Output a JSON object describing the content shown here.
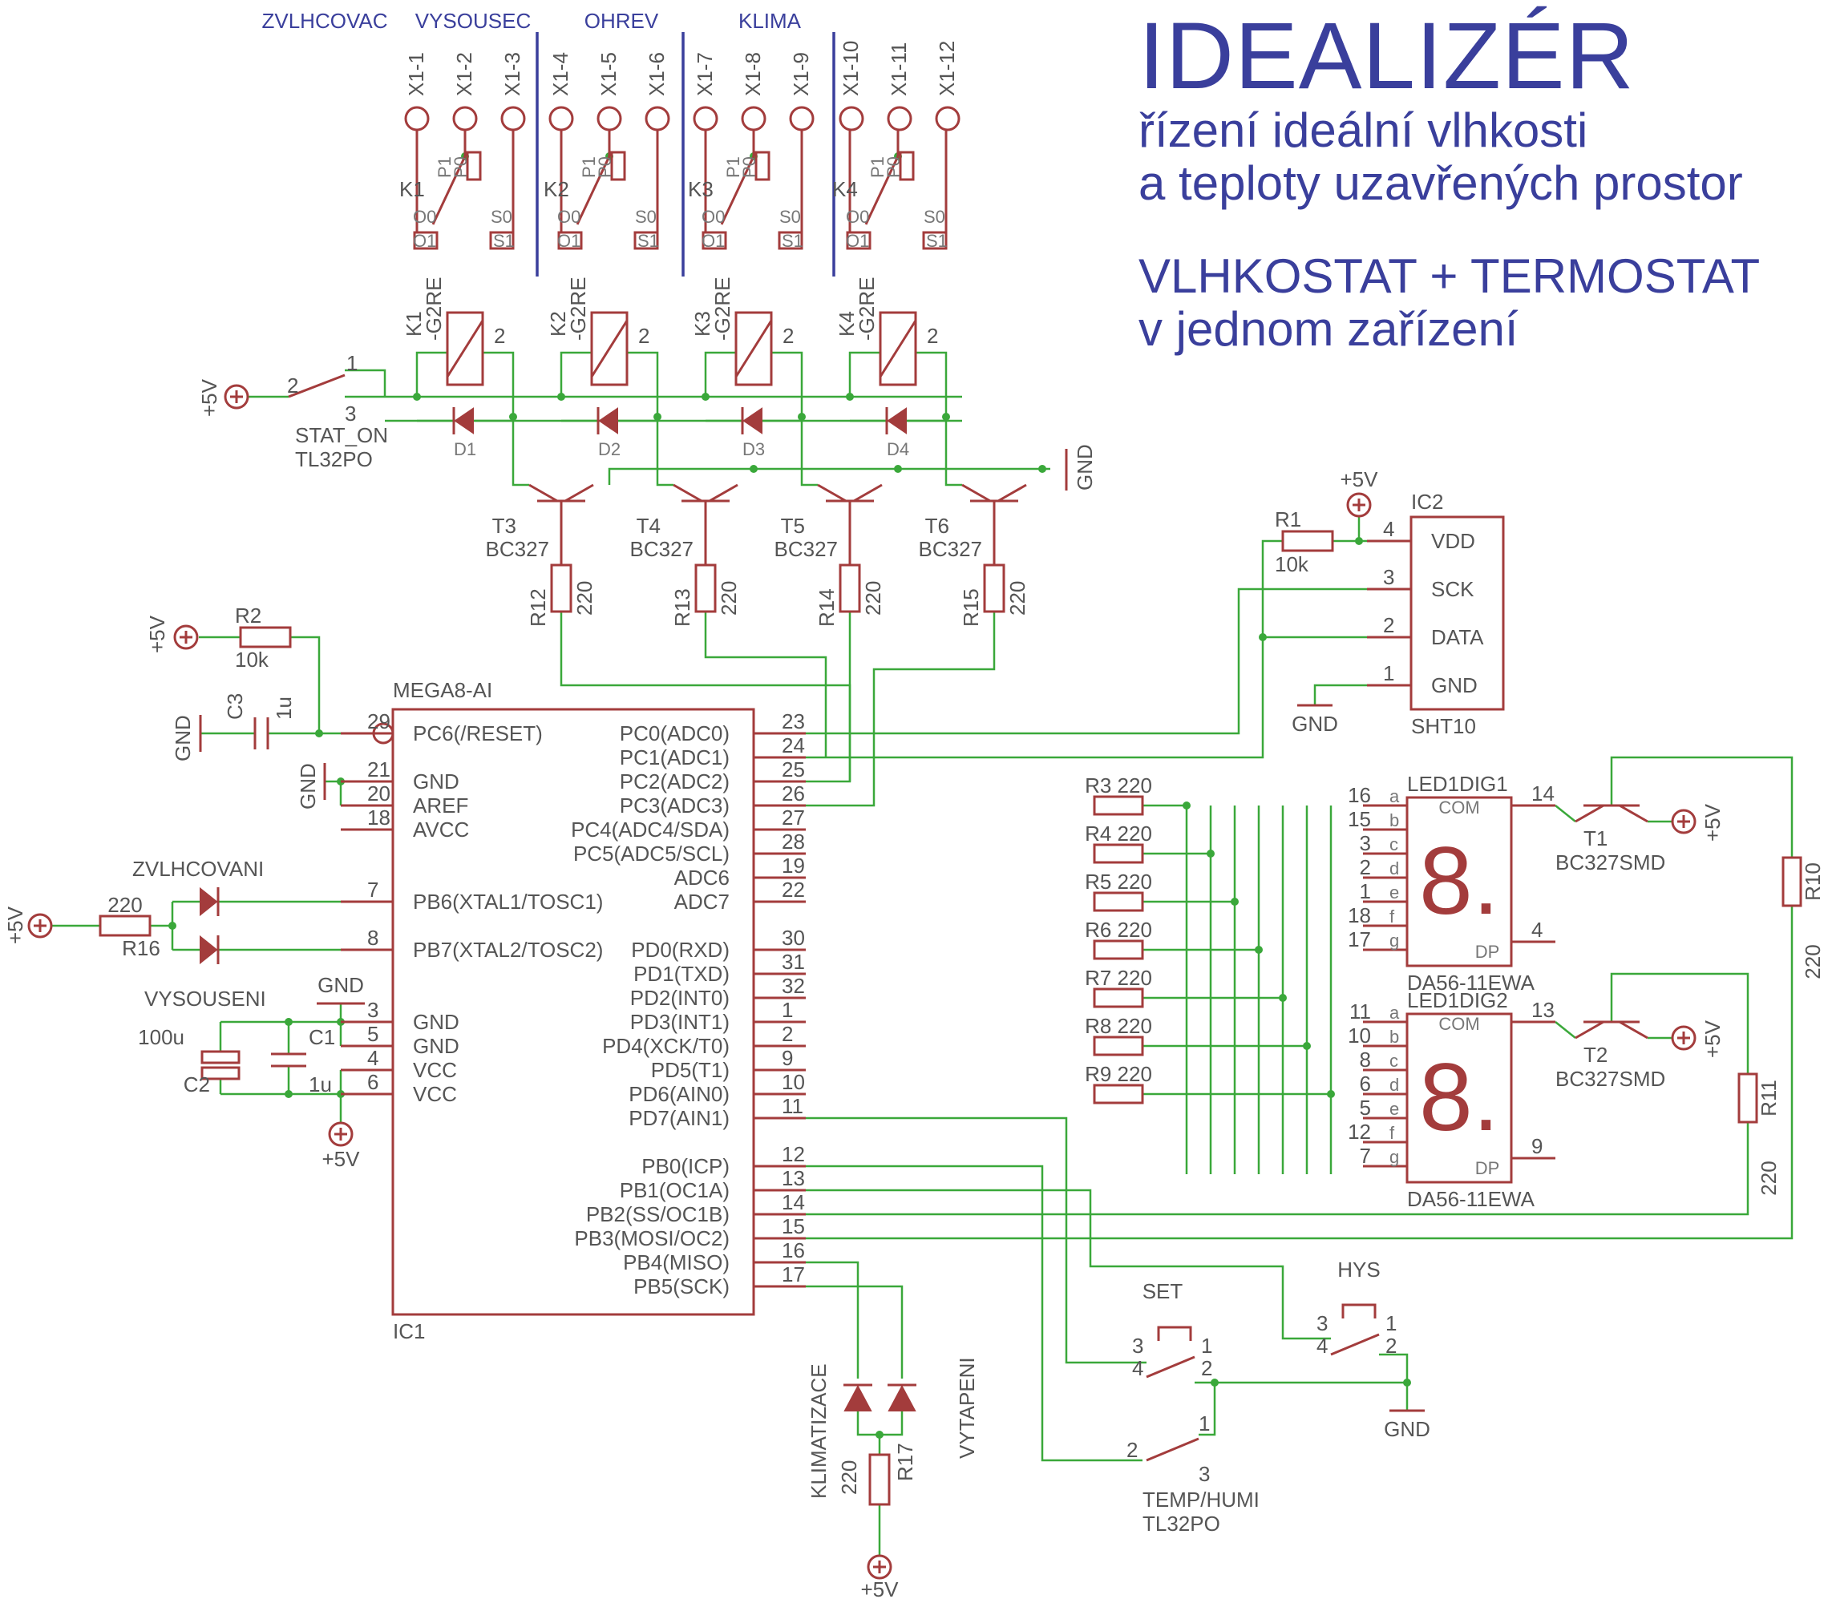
{
  "title": {
    "main": "IDEALIZÉR",
    "line1": "řízení ideální vlhkosti",
    "line2": "a teploty uzavřených prostor",
    "line3": "VLHKOSTAT + TERMOSTAT",
    "line4": "v jednom zařízení"
  },
  "headers": [
    "ZVLHCOVAC",
    "VYSOUSEC",
    "OHREV",
    "KLIMA"
  ],
  "terminals": [
    "X1-1",
    "X1-2",
    "X1-3",
    "X1-4",
    "X1-5",
    "X1-6",
    "X1-7",
    "X1-8",
    "X1-9",
    "X1-10",
    "X1-11",
    "X1-12"
  ],
  "relay_contacts": {
    "names": [
      "K1",
      "K2",
      "K3",
      "K4"
    ],
    "pins": [
      "P1",
      "P0",
      "O0",
      "S0",
      "O1",
      "S1"
    ]
  },
  "relay_coils": {
    "names": [
      "K1",
      "K2",
      "K3",
      "K4"
    ],
    "type": "-G2RE",
    "pin2": "2"
  },
  "diodes": [
    "D1",
    "D2",
    "D3",
    "D4"
  ],
  "transistors": {
    "names": [
      "T3",
      "T4",
      "T5",
      "T6"
    ],
    "type": "BC327"
  },
  "base_resistors": {
    "names": [
      "R12",
      "R13",
      "R14",
      "R15"
    ],
    "value": "220"
  },
  "stat_switch": {
    "pin1": "1",
    "pin2": "2",
    "pin3": "3",
    "name": "STAT_ON",
    "type": "TL32PO"
  },
  "power": {
    "plus5v": "+5V",
    "gnd": "GND"
  },
  "reset": {
    "r2": "R2",
    "r2_val": "10k",
    "c3": "C3",
    "c3_val": "1u"
  },
  "mcu": {
    "type": "MEGA8-AI",
    "name": "IC1",
    "left_pins": [
      {
        "num": "29",
        "name": "PC6(/RESET)"
      },
      {
        "num": "21",
        "name": "GND"
      },
      {
        "num": "20",
        "name": "AREF"
      },
      {
        "num": "18",
        "name": "AVCC"
      },
      {
        "num": "7",
        "name": "PB6(XTAL1/TOSC1)"
      },
      {
        "num": "8",
        "name": "PB7(XTAL2/TOSC2)"
      },
      {
        "num": "3",
        "name": "GND"
      },
      {
        "num": "5",
        "name": "GND"
      },
      {
        "num": "4",
        "name": "VCC"
      },
      {
        "num": "6",
        "name": "VCC"
      }
    ],
    "right_pins": [
      {
        "num": "23",
        "name": "PC0(ADC0)"
      },
      {
        "num": "24",
        "name": "PC1(ADC1)"
      },
      {
        "num": "25",
        "name": "PC2(ADC2)"
      },
      {
        "num": "26",
        "name": "PC3(ADC3)"
      },
      {
        "num": "27",
        "name": "PC4(ADC4/SDA)"
      },
      {
        "num": "28",
        "name": "PC5(ADC5/SCL)"
      },
      {
        "num": "19",
        "name": "ADC6"
      },
      {
        "num": "22",
        "name": "ADC7"
      },
      {
        "num": "30",
        "name": "PD0(RXD)"
      },
      {
        "num": "31",
        "name": "PD1(TXD)"
      },
      {
        "num": "32",
        "name": "PD2(INT0)"
      },
      {
        "num": "1",
        "name": "PD3(INT1)"
      },
      {
        "num": "2",
        "name": "PD4(XCK/T0)"
      },
      {
        "num": "9",
        "name": "PD5(T1)"
      },
      {
        "num": "10",
        "name": "PD6(AIN0)"
      },
      {
        "num": "11",
        "name": "PD7(AIN1)"
      },
      {
        "num": "12",
        "name": "PB0(ICP)"
      },
      {
        "num": "13",
        "name": "PB1(OC1A)"
      },
      {
        "num": "14",
        "name": "PB2(SS/OC1B)"
      },
      {
        "num": "15",
        "name": "PB3(MOSI/OC2)"
      },
      {
        "num": "16",
        "name": "PB4(MISO)"
      },
      {
        "num": "17",
        "name": "PB5(SCK)"
      }
    ]
  },
  "sensor": {
    "name": "IC2",
    "type": "SHT10",
    "r1": "R1",
    "r1_val": "10k",
    "pins": [
      {
        "num": "4",
        "name": "VDD"
      },
      {
        "num": "3",
        "name": "SCK"
      },
      {
        "num": "2",
        "name": "DATA"
      },
      {
        "num": "1",
        "name": "GND"
      }
    ]
  },
  "seg_resistors": [
    {
      "name": "R3",
      "value": "220"
    },
    {
      "name": "R4",
      "value": "220"
    },
    {
      "name": "R5",
      "value": "220"
    },
    {
      "name": "R6",
      "value": "220"
    },
    {
      "name": "R7",
      "value": "220"
    },
    {
      "name": "R8",
      "value": "220"
    },
    {
      "name": "R9",
      "value": "220"
    }
  ],
  "displays": [
    {
      "name": "LED1DIG1",
      "type": "DA56-11EWA",
      "com": "COM",
      "dp": "DP",
      "com_pin": "14",
      "dp_pin": "4",
      "seg_pins": [
        {
          "n": "16",
          "s": "a"
        },
        {
          "n": "15",
          "s": "b"
        },
        {
          "n": "3",
          "s": "c"
        },
        {
          "n": "2",
          "s": "d"
        },
        {
          "n": "1",
          "s": "e"
        },
        {
          "n": "18",
          "s": "f"
        },
        {
          "n": "17",
          "s": "g"
        }
      ]
    },
    {
      "name": "LED1DIG2",
      "type": "DA56-11EWA",
      "com": "COM",
      "dp": "DP",
      "com_pin": "13",
      "dp_pin": "9",
      "seg_pins": [
        {
          "n": "11",
          "s": "a"
        },
        {
          "n": "10",
          "s": "b"
        },
        {
          "n": "8",
          "s": "c"
        },
        {
          "n": "6",
          "s": "d"
        },
        {
          "n": "5",
          "s": "e"
        },
        {
          "n": "12",
          "s": "f"
        },
        {
          "n": "7",
          "s": "g"
        }
      ]
    }
  ],
  "digit_glyph": "8.",
  "digit_transistors": [
    {
      "name": "T1",
      "type": "BC327SMD"
    },
    {
      "name": "T2",
      "type": "BC327SMD"
    }
  ],
  "digit_resistors": [
    {
      "name": "R10",
      "value": "220"
    },
    {
      "name": "R11",
      "value": "220"
    }
  ],
  "status_leds": {
    "top": "ZVLHCOVANI",
    "bottom": "VYSOUSENI",
    "r16": "R16",
    "r16_val": "220"
  },
  "supply_caps": {
    "c2": "C2",
    "c2_val": "100u",
    "c1": "C1",
    "c1_val": "1u"
  },
  "mode_leds": {
    "left": "KLIMATIZACE",
    "right": "VYTAPENI",
    "r17": "R17",
    "r17_val": "220"
  },
  "buttons": {
    "set": "SET",
    "hys": "HYS",
    "pins": [
      "1",
      "2",
      "3",
      "4"
    ],
    "toggle_name": "TEMP/HUMI",
    "toggle_type": "TL32PO"
  }
}
